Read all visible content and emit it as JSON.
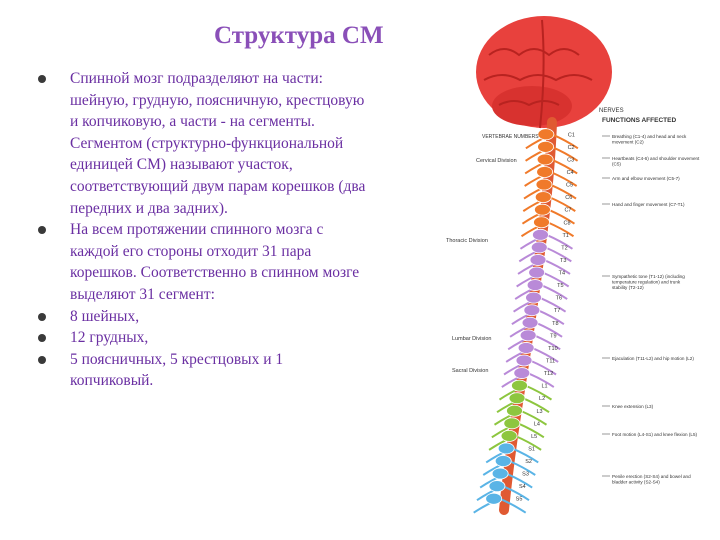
{
  "slide": {
    "title": "Структура СМ",
    "bullets": [
      "Спинной мозг подразделяют на части: шейную, грудную, поясничную, крестцовую и копчиковую, а части - на сегменты. Сегментом (структурно-функциональной единицей СМ) называют участок, соответствующий двум парам корешков (два передних и два задних).",
      "На всем протяжении спинного мозга с каждой его стороны отходит 31 пара корешков. Соответственно в спинном мозге выделяют 31 сегмент:",
      "8 шейных,",
      "12 грудных,",
      "5 поясничных, 5 крестцовых и 1 копчиковый."
    ]
  },
  "figure": {
    "nerves_label": "NERVES",
    "functions_header": "FUNCTIONS AFFECTED",
    "vertebrae_label": "VERTEBRAE NUMBERS",
    "divisions": [
      "Cervical Division",
      "Thoracic Division",
      "Lumbar Division",
      "Sacral Division"
    ],
    "segment_labels": [
      "C1",
      "C2",
      "C3",
      "C4",
      "C5",
      "C6",
      "C7",
      "C8",
      "T1",
      "T2",
      "T3",
      "T4",
      "T5",
      "T6",
      "T7",
      "T8",
      "T9",
      "T10",
      "T11",
      "T12",
      "L1",
      "L2",
      "L3",
      "L4",
      "L5",
      "S1",
      "S2",
      "S3",
      "S4",
      "S5"
    ],
    "functions": [
      "Breathing (C1-4) and head and neck movement (C2)",
      "Heartbeats (C4-6) and shoulder movement (C5)",
      "Arm and elbow movement (C5-7)",
      "Hand and finger movement (C7-T1)",
      "Sympathetic tone (T1-12) (including temperature regulation) and trunk stability (T2-12)",
      "Ejaculation (T11-L2) and hip motion (L2)",
      "Knee extension (L3)",
      "Foot motion (L4-S1) and knee flexion (L5)",
      "Penile erection (S2-S4) and bowel and bladder activity (S2-S4)"
    ],
    "colors": {
      "brain": "#e8413d",
      "cervical": "#f07a2a",
      "thoracic": "#b98ad8",
      "lumbar": "#8dc63f",
      "sacral": "#5ab4e6",
      "cord": "#e05a32"
    }
  }
}
